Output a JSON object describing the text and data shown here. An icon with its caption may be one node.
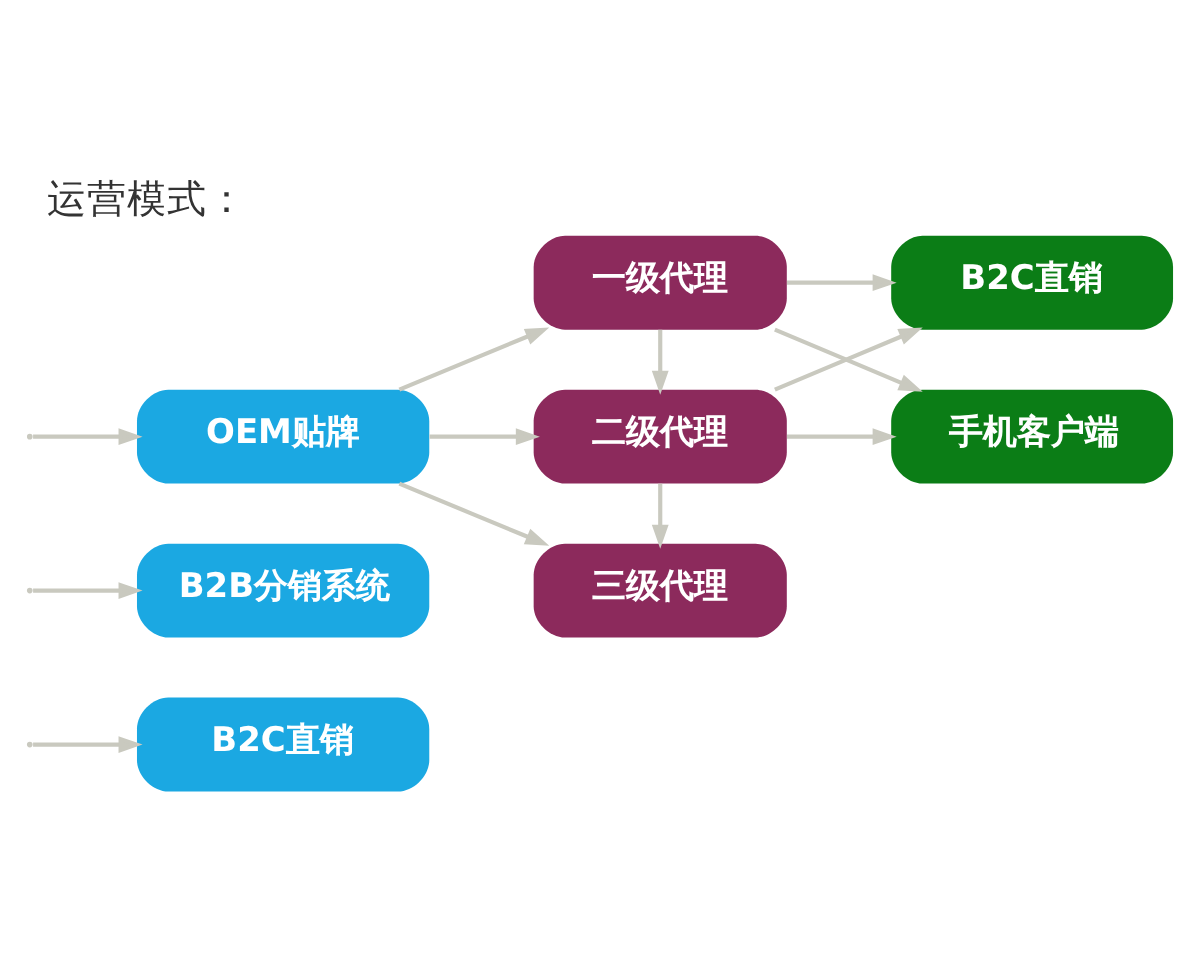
{
  "diagram": {
    "title": "运营模式：",
    "nodes": [
      {
        "text": [
          "OEM贴牌"
        ]
      },
      {
        "text": [
          "B2B分销系统"
        ]
      },
      {
        "text": [
          "B2C直销"
        ]
      },
      {
        "text": [
          "一级代理"
        ]
      },
      {
        "text": [
          "二级代理"
        ]
      },
      {
        "text": [
          "三级代理"
        ]
      },
      {
        "text": [
          "B2C直销"
        ]
      },
      {
        "text": [
          "手机客户端"
        ]
      }
    ],
    "edges": [
      {
        "from": null,
        "to": 0,
        "arrow": "to"
      },
      {
        "from": null,
        "to": 1,
        "arrow": "to"
      },
      {
        "from": null,
        "to": 2,
        "arrow": "to"
      },
      {
        "from": 0,
        "to": 3,
        "arrow": "to"
      },
      {
        "from": 0,
        "to": 4,
        "arrow": "to"
      },
      {
        "from": 0,
        "to": 5,
        "arrow": "to"
      },
      {
        "from": 3,
        "to": 4,
        "arrow": "to"
      },
      {
        "from": 4,
        "to": 5,
        "arrow": "to"
      },
      {
        "from": 3,
        "to": 6,
        "arrow": "to"
      },
      {
        "from": 3,
        "to": 7,
        "arrow": "to"
      },
      {
        "from": 4,
        "to": 6,
        "arrow": "to"
      },
      {
        "from": 4,
        "to": 7,
        "arrow": "to"
      }
    ]
  }
}
